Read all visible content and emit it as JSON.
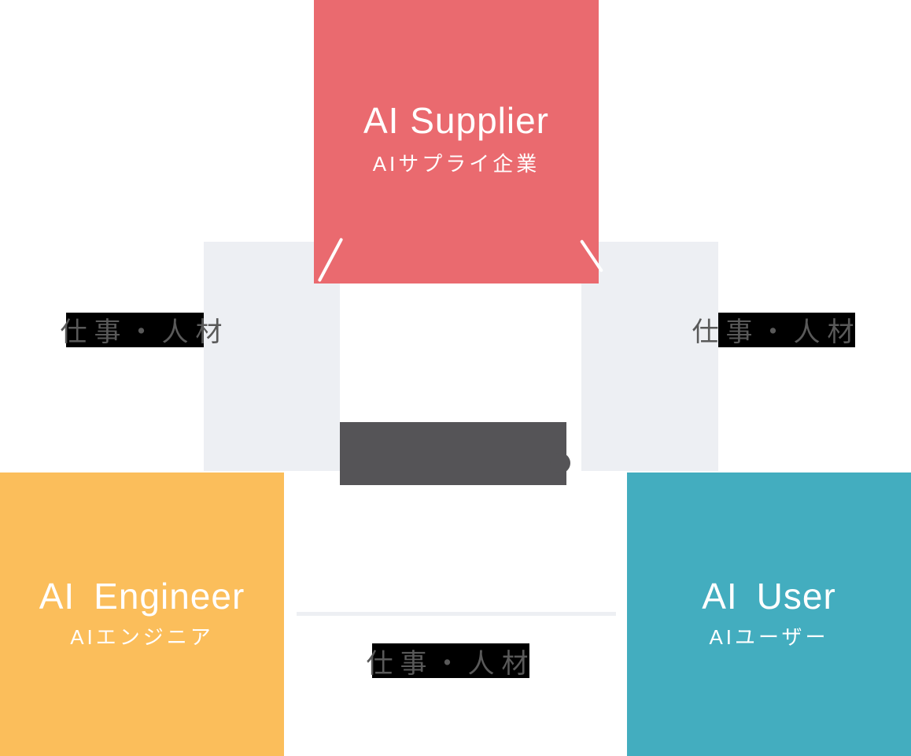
{
  "page": {
    "background": "#FFFFFF"
  },
  "diagram": {
    "nodes": {
      "supplier": {
        "title": "AI Supplier",
        "subtitle": "AIサプライ企業",
        "color": "#EA6A6F",
        "text_color": "#FFFFFF"
      },
      "engineer": {
        "title": "AI Engineer",
        "subtitle": "AIエンジニア",
        "color": "#FBBE5B",
        "text_color": "#FFFFFF"
      },
      "user": {
        "title": "AI User",
        "subtitle": "AIユーザー",
        "color": "#43ADBF",
        "text_color": "#FFFFFF"
      }
    },
    "edges": {
      "left_label": "仕事・人材",
      "right_label": "仕事・人材",
      "bottom_label": "仕事・人材"
    },
    "center_logo": {
      "color": "#555457"
    },
    "colors": {
      "connector_band": "#EDEFF3",
      "connector_line": "#EDEFF3",
      "label_highlight": "#000000",
      "label_text": "#595959",
      "slash_mark": "#FFFFFF"
    }
  }
}
